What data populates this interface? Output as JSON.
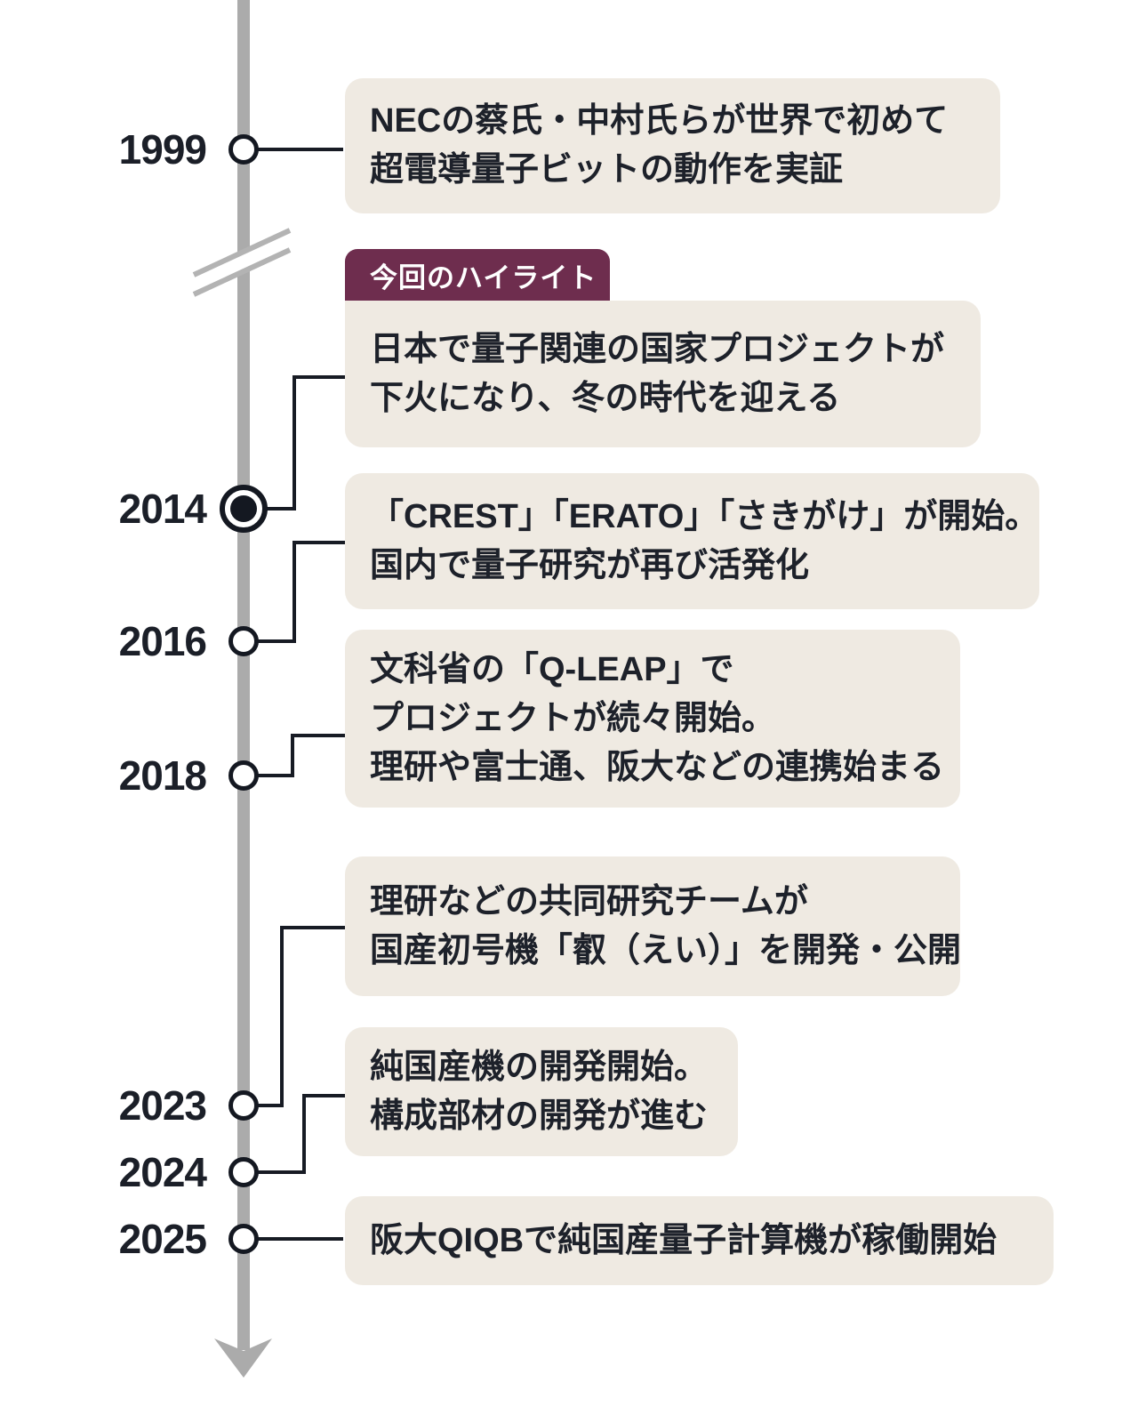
{
  "timeline": {
    "highlight_label": "今回のハイライト",
    "colors": {
      "accent": "#6e2d4e",
      "box_background": "#efeae2",
      "axis_gray": "#ababab",
      "ink": "#1d212a"
    },
    "events": [
      {
        "year": "1999",
        "marker": "open",
        "lines": [
          "NECの蔡氏・中村氏らが世界で初めて",
          "超電導量子ビットの動作を実証"
        ]
      },
      {
        "year": "2014",
        "marker": "filled",
        "highlighted": true,
        "lines": [
          "日本で量子関連の国家プロジェクトが",
          "下火になり、冬の時代を迎える"
        ]
      },
      {
        "year": "2016",
        "marker": "open",
        "lines": [
          "「CREST」「ERATO」「さきがけ」が開始。",
          "国内で量子研究が再び活発化"
        ]
      },
      {
        "year": "2018",
        "marker": "open",
        "lines": [
          "文科省の「Q-LEAP」で",
          "プロジェクトが続々開始。",
          "理研や富士通、阪大などの連携始まる"
        ]
      },
      {
        "year": "2023",
        "marker": "open",
        "lines": [
          "理研などの共同研究チームが",
          "国産初号機「叡（えい）」を開発・公開"
        ]
      },
      {
        "year": "2024",
        "marker": "open",
        "lines": [
          "純国産機の開発開始。",
          "構成部材の開発が進む"
        ]
      },
      {
        "year": "2025",
        "marker": "open",
        "lines": [
          "阪大QIQBで純国産量子計算機が稼働開始"
        ]
      }
    ]
  }
}
